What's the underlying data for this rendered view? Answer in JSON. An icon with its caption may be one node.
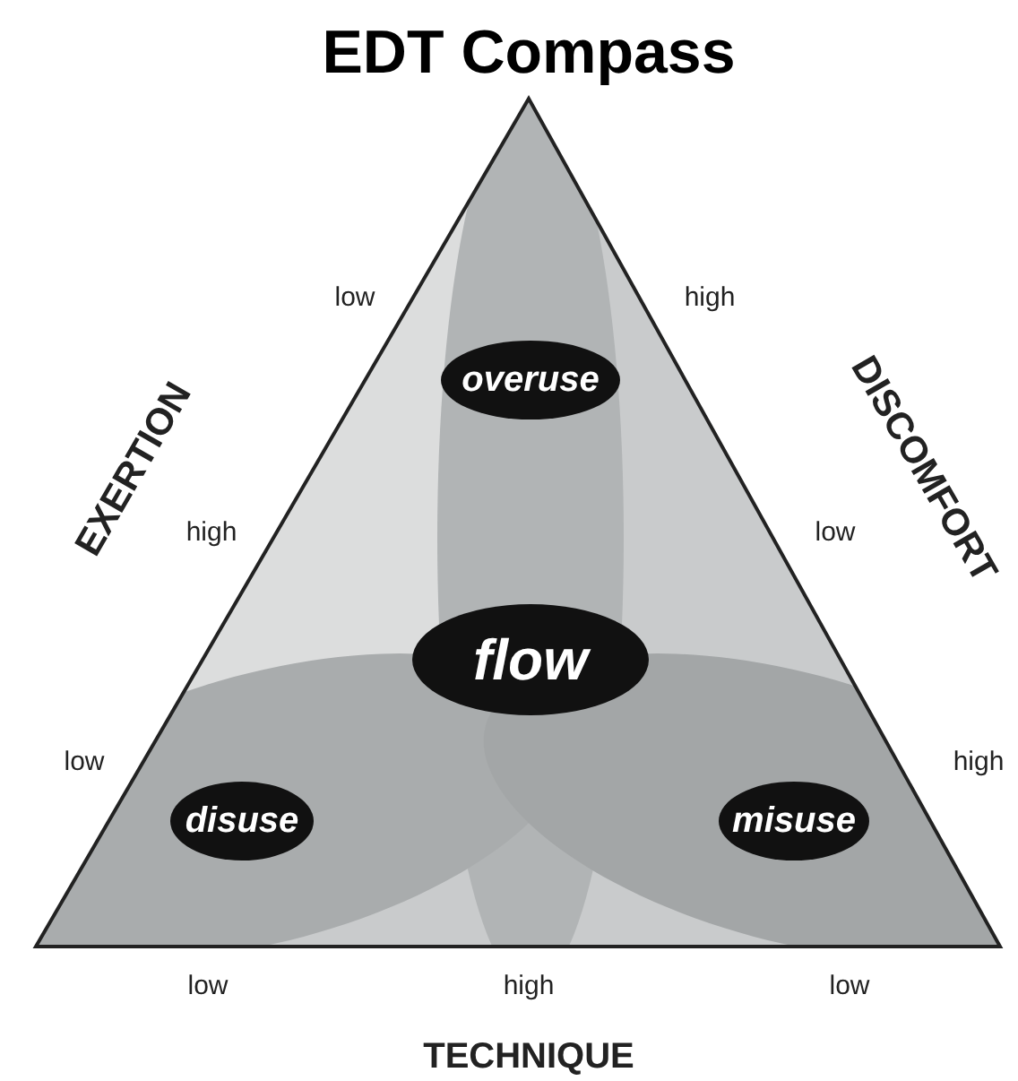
{
  "diagram": {
    "title": "EDT Compass",
    "nodes": [
      {
        "text": [
          "overuse"
        ]
      },
      {
        "text": [
          "flow"
        ]
      },
      {
        "text": [
          "disuse"
        ]
      },
      {
        "text": [
          "misuse"
        ]
      }
    ],
    "labels": [
      "low",
      "high",
      "EXERTION",
      "DISCOMFORT",
      "high",
      "low",
      "low",
      "high",
      "low",
      "high",
      "low",
      "TECHNIQUE"
    ]
  }
}
